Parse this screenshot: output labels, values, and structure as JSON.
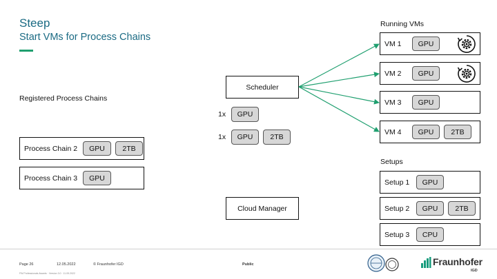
{
  "header": {
    "title": "Steep",
    "subtitle": "Start VMs for Process Chains"
  },
  "registered": {
    "label": "Registered Process Chains",
    "chains": [
      {
        "name": "Process Chain 2",
        "chips": [
          "GPU",
          "2TB"
        ]
      },
      {
        "name": "Process Chain 3",
        "chips": [
          "GPU"
        ]
      }
    ]
  },
  "scheduler": {
    "label": "Scheduler",
    "requests": [
      {
        "count": "1x",
        "chips": [
          "GPU"
        ]
      },
      {
        "count": "1x",
        "chips": [
          "GPU",
          "2TB"
        ]
      }
    ]
  },
  "cloud_manager": {
    "label": "Cloud Manager"
  },
  "running": {
    "label": "Running VMs",
    "vms": [
      {
        "name": "VM 1",
        "chips": [
          "GPU"
        ],
        "icon": "gears-icon"
      },
      {
        "name": "VM 2",
        "chips": [
          "GPU"
        ],
        "icon": "gears-icon"
      },
      {
        "name": "VM 3",
        "chips": [
          "GPU"
        ]
      },
      {
        "name": "VM 4",
        "chips": [
          "GPU",
          "2TB"
        ]
      }
    ]
  },
  "setups": {
    "label": "Setups",
    "items": [
      {
        "name": "Setup 1",
        "chips": [
          "GPU"
        ]
      },
      {
        "name": "Setup 2",
        "chips": [
          "GPU",
          "2TB"
        ]
      },
      {
        "name": "Setup 3",
        "chips": [
          "CPU"
        ]
      }
    ]
  },
  "footer": {
    "page": "Page 26",
    "date": "12.05.2022",
    "copyright": "© Fraunhofer IGD",
    "classification": "Public",
    "small": "FW Professionals Awards · Version 3.0 · 11.05.2022",
    "logo": "Fraunhofer",
    "logo_sub": "IGD"
  },
  "colors": {
    "title": "#1a6a83",
    "accent": "#1f9f6f",
    "arrow": "#1f9f6f",
    "chip_fill": "#d7d7d7",
    "logo_green": "#179c7d"
  }
}
